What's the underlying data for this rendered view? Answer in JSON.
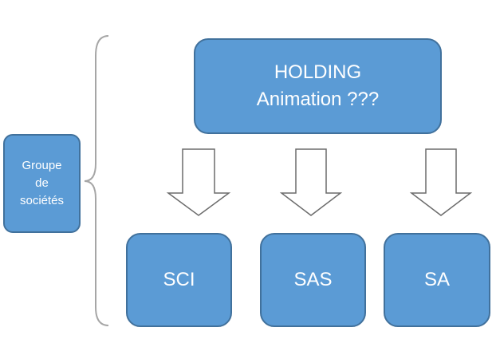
{
  "diagram": {
    "group": {
      "lines": [
        "Groupe",
        "de",
        "sociétés"
      ]
    },
    "holding": {
      "line1": "HOLDING",
      "line2": "Animation ???"
    },
    "children": [
      {
        "label": "SCI"
      },
      {
        "label": "SAS"
      },
      {
        "label": "SA"
      }
    ],
    "colors": {
      "box_fill": "#5b9bd5",
      "box_border": "#41719c",
      "text": "#ffffff",
      "arrow_stroke": "#6b6b6b",
      "brace_stroke": "#a6a6a6"
    }
  }
}
